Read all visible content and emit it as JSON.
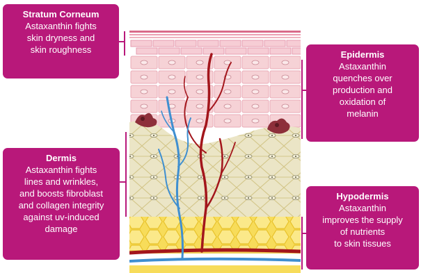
{
  "callouts": {
    "stratum_corneum": {
      "title": "Stratum Corneum",
      "body": "Astaxanthin fights\nskin dryness and\nskin roughness"
    },
    "epidermis": {
      "title": "Epidermis",
      "body": "Astaxanthin\nquenches over\nproduction and\noxidation of\nmelanin"
    },
    "dermis": {
      "title": "Dermis",
      "body": "Astaxanthin fights\nlines and wrinkles,\nand boosts fibroblast\nand collagen integrity\nagainst uv-induced\ndamage"
    },
    "hypodermis": {
      "title": "Hypodermis",
      "body": "Astaxanthin\nimproves the supply\nof nutrients\nto skin tissues"
    }
  },
  "colors": {
    "callout_bg": "#b8187a",
    "stratum_cells": "#f2c9cf",
    "epidermis_cells": "#f6d4d6",
    "dermis_bg": "#e9e3c3",
    "collagen_lines": "#d6c98e",
    "fat_cells": "#f7dc5a",
    "artery": "#a3161c",
    "vein": "#3f8fd0"
  }
}
